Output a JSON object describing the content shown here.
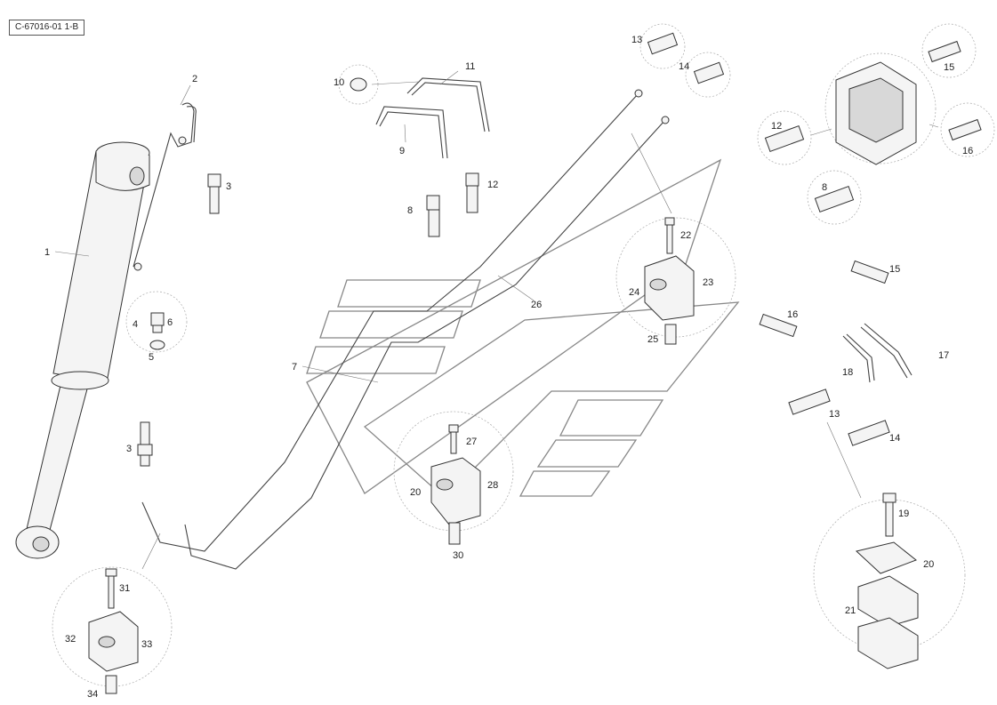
{
  "document": {
    "code": "C-67016-01 1-B"
  },
  "callouts": {
    "c1": "1",
    "c2": "2",
    "c3a": "3",
    "c3b": "3",
    "c4": "4",
    "c5": "5",
    "c6": "6",
    "c7": "7",
    "c8a": "8",
    "c8b": "8",
    "c9": "9",
    "c10": "10",
    "c11": "11",
    "c12a": "12",
    "c12b": "12",
    "c13a": "13",
    "c13b": "13",
    "c14a": "14",
    "c14b": "14",
    "c15a": "15",
    "c15b": "15",
    "c16a": "16",
    "c16b": "16",
    "c17": "17",
    "c18": "18",
    "c19": "19",
    "c20a": "20",
    "c20b": "20",
    "c21": "21",
    "c22": "22",
    "c23": "23",
    "c24": "24",
    "c25": "25",
    "c26": "26",
    "c27": "27",
    "c28": "28",
    "c30": "30",
    "c31": "31",
    "c32": "32",
    "c33": "33",
    "c34": "34"
  }
}
